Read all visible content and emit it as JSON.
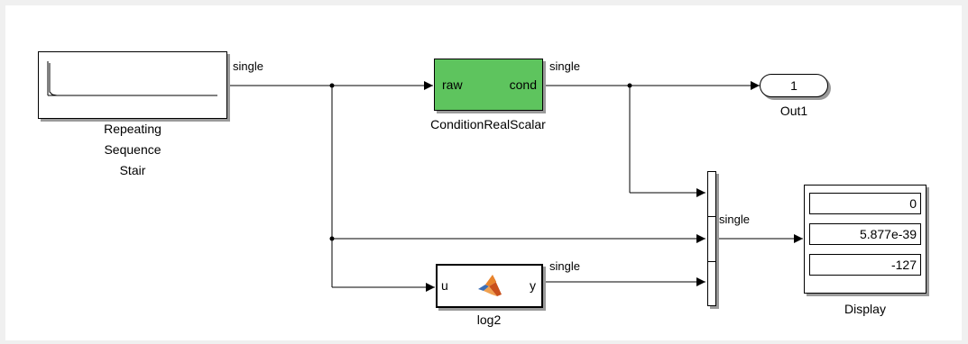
{
  "signals": {
    "s1": "single",
    "s2": "single",
    "s3": "single",
    "s4": "single"
  },
  "blocks": {
    "repeating": {
      "name_lines": [
        "Repeating",
        "Sequence",
        "Stair"
      ]
    },
    "condition": {
      "name": "ConditionRealScalar",
      "port_in": "raw",
      "port_out": "cond",
      "fill": "#5ec45e"
    },
    "outport": {
      "number": "1",
      "name": "Out1"
    },
    "log2": {
      "name": "log2",
      "port_in": "u",
      "port_out": "y",
      "icon": "matlab-logo-icon"
    },
    "display": {
      "name": "Display",
      "values": [
        "0",
        "5.877e-39",
        "-127"
      ]
    }
  },
  "colors": {
    "line": "#000000",
    "shadow": "#9a9a9a",
    "condition_fill": "#5ec45e"
  }
}
